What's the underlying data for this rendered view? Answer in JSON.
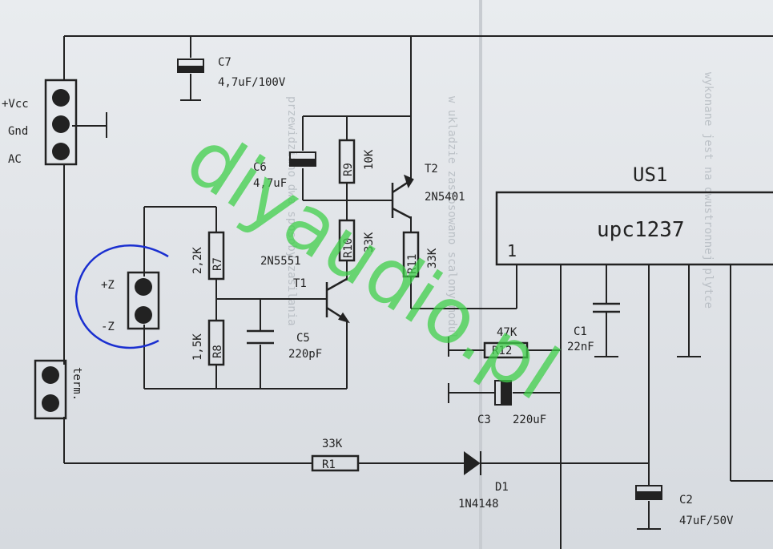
{
  "connector_top": {
    "pins": [
      "+Vcc",
      "Gnd",
      "AC"
    ]
  },
  "connector_z": {
    "pins": [
      "+Z",
      "-Z"
    ]
  },
  "connector_term": {
    "label": "term."
  },
  "components": {
    "c7": {
      "ref": "C7",
      "value": "4,7uF/100V"
    },
    "c6": {
      "ref": "C6",
      "value": "4,7uF"
    },
    "c5": {
      "ref": "C5",
      "value": "220pF"
    },
    "c1": {
      "ref": "C1",
      "value": "22nF"
    },
    "c3": {
      "ref": "C3",
      "value": "220uF"
    },
    "c2": {
      "ref": "C2",
      "value": "47uF/50V"
    },
    "r9": {
      "ref": "R9",
      "value": "10K"
    },
    "r10": {
      "ref": "R10",
      "value": "33K"
    },
    "r11": {
      "ref": "R11",
      "value": "33K"
    },
    "r7": {
      "ref": "R7",
      "value": "2,2K"
    },
    "r8": {
      "ref": "R8",
      "value": "1,5K"
    },
    "r12": {
      "ref": "R12",
      "value": "47K"
    },
    "r1": {
      "ref": "R1",
      "value": "33K"
    },
    "t1": {
      "ref": "T1",
      "part": "2N5551"
    },
    "t2": {
      "ref": "T2",
      "part": "2N5401"
    },
    "d1": {
      "ref": "D1",
      "part": "1N4148"
    }
  },
  "ic": {
    "ref": "US1",
    "part": "upc1237",
    "pin1": "1"
  },
  "watermark": "diyaudio.pl",
  "colors": {
    "ink": "#222222",
    "watermark": "#3fcf4a",
    "marker": "#1a2fd0",
    "paper": "#e4e7ea"
  }
}
